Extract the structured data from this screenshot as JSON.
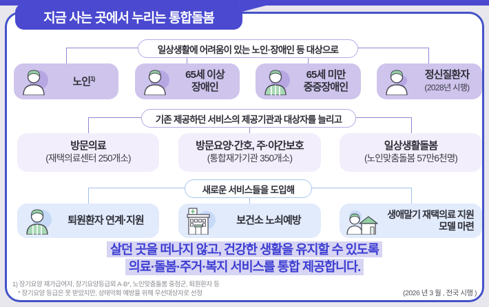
{
  "banner": {
    "title": "지금 사는 곳에서 누리는 통합돌봄"
  },
  "sections": [
    {
      "pill": "일상생활에 어려움이 있는 노인·장애인 등 대상으로",
      "items": [
        {
          "line1": "노인",
          "sup": "1)",
          "icon": "elderly-woman-icon"
        },
        {
          "line1": "65세 이상",
          "line2": "장애인",
          "icon": "elderly-man-icon"
        },
        {
          "line1": "65세 미만",
          "line2": "중증장애인",
          "icon": "disabled-person-icon"
        },
        {
          "line1": "정신질환자",
          "line2": "(2028년 시행)",
          "icon": "mental-patient-icon"
        }
      ]
    },
    {
      "pill": "기존 제공하던 서비스의 제공기관과 대상자를 늘리고",
      "items": [
        {
          "line1": "방문의료",
          "line2": "(재택의료센터 250개소)"
        },
        {
          "line1": "방문요양·간호, 주·야간보호",
          "line2": "(통합재가기관 350개소)"
        },
        {
          "line1": "일상생활돌봄",
          "line2": "(노인맞춤돌봄 57만6천명)"
        }
      ]
    },
    {
      "pill": "새로운 서비스들을 도입해",
      "items": [
        {
          "line1": "퇴원환자 연계·지원",
          "icon": "discharged-patient-icon"
        },
        {
          "line1": "보건소 노쇠예방",
          "icon": "health-center-icon"
        },
        {
          "line1": "생애말기 재택의료 지원",
          "line2": "모델 마련",
          "icon": "end-of-life-home-care-icon"
        }
      ]
    }
  ],
  "message": {
    "line1": "살던 곳을 떠나지 않고, 건강한 생활을 유지할 수 있도록",
    "line2": "의료·돌봄·주거·복지 서비스를 통합 제공합니다."
  },
  "footnotes": {
    "line1": "1) 장기요양 재가급여자, 장기요양등급외 A·B*, 노인맞춤돌봄 중점군, 퇴원환자 등",
    "line2": "* 장기요양 등급은 못 받았지만, 상태악화 예방을 위해 우선대상자로 선정"
  },
  "footer": {
    "schedule": "(2026 년 3 월 , 전국 시행 )"
  },
  "colors": {
    "banner": "#4a49d0",
    "card_border": "#4352c8",
    "row1_box": "#cec4ec",
    "row2_box": "#f3eefb",
    "row3_box": "#e1ebfc",
    "pill_border_purple": "#b7a7e4",
    "pill_border_blue": "#a8c6ef",
    "message_text": "#3d3dd2",
    "message_highlight": "#d7d5f3",
    "icon_green": "#93cfa3"
  }
}
